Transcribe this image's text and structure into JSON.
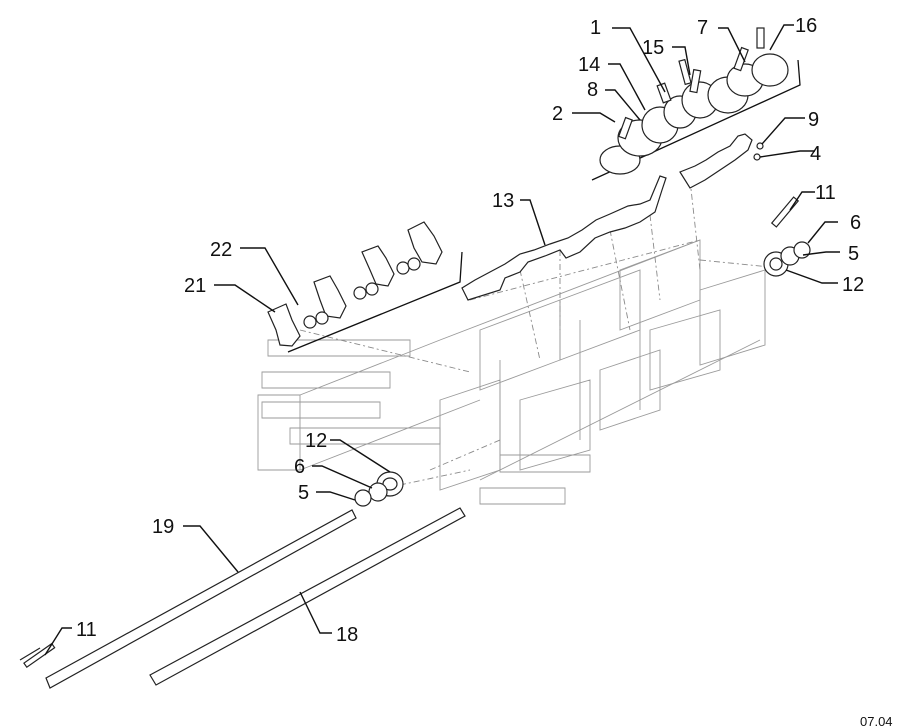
{
  "diagram": {
    "reference_code": "07.04",
    "callouts": [
      {
        "id": "c1",
        "text": "1"
      },
      {
        "id": "c15",
        "text": "15"
      },
      {
        "id": "c7",
        "text": "7"
      },
      {
        "id": "c16",
        "text": "16"
      },
      {
        "id": "c14",
        "text": "14"
      },
      {
        "id": "c8",
        "text": "8"
      },
      {
        "id": "c2",
        "text": "2"
      },
      {
        "id": "c9",
        "text": "9"
      },
      {
        "id": "c4",
        "text": "4"
      },
      {
        "id": "c13",
        "text": "13"
      },
      {
        "id": "c11a",
        "text": "11"
      },
      {
        "id": "c6a",
        "text": "6"
      },
      {
        "id": "c5a",
        "text": "5"
      },
      {
        "id": "c12a",
        "text": "12"
      },
      {
        "id": "c22",
        "text": "22"
      },
      {
        "id": "c21",
        "text": "21"
      },
      {
        "id": "c12b",
        "text": "12"
      },
      {
        "id": "c6b",
        "text": "6"
      },
      {
        "id": "c5b",
        "text": "5"
      },
      {
        "id": "c19",
        "text": "19"
      },
      {
        "id": "c11b",
        "text": "11"
      },
      {
        "id": "c18",
        "text": "18"
      }
    ]
  }
}
